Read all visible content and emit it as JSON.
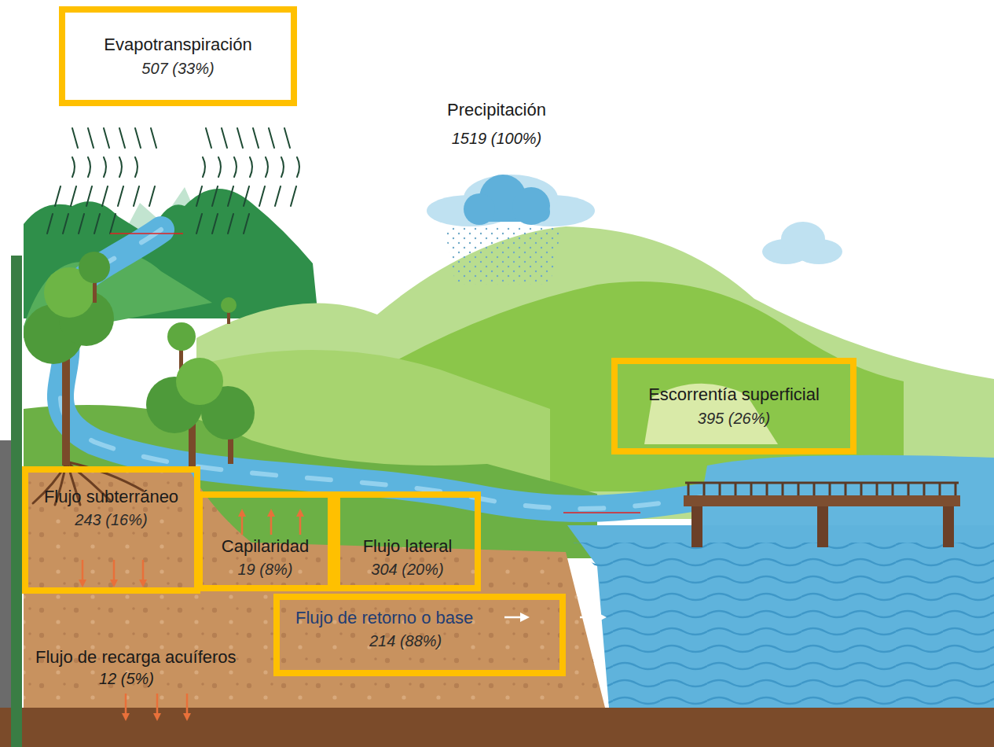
{
  "diagram": {
    "nodes": [
      {
        "text": [
          "Evapotranspiración",
          "507 (33%)"
        ]
      },
      {
        "text": [
          "Escorrentía superficial",
          "395 (26%)"
        ]
      },
      {
        "text": [
          "Flujo subterráneo",
          "243 (16%)"
        ]
      },
      {
        "text": [
          "Capilaridad",
          "19 (8%)"
        ]
      },
      {
        "text": [
          "Flujo lateral",
          "304 (20%)"
        ]
      },
      {
        "text": [
          "Flujo de retorno o base",
          "214 (88%)"
        ]
      }
    ],
    "edges": [],
    "labels": [
      "Precipitación",
      "1519 (100%)",
      "Flujo de recarga acuíferos",
      "12 (5%)"
    ]
  }
}
